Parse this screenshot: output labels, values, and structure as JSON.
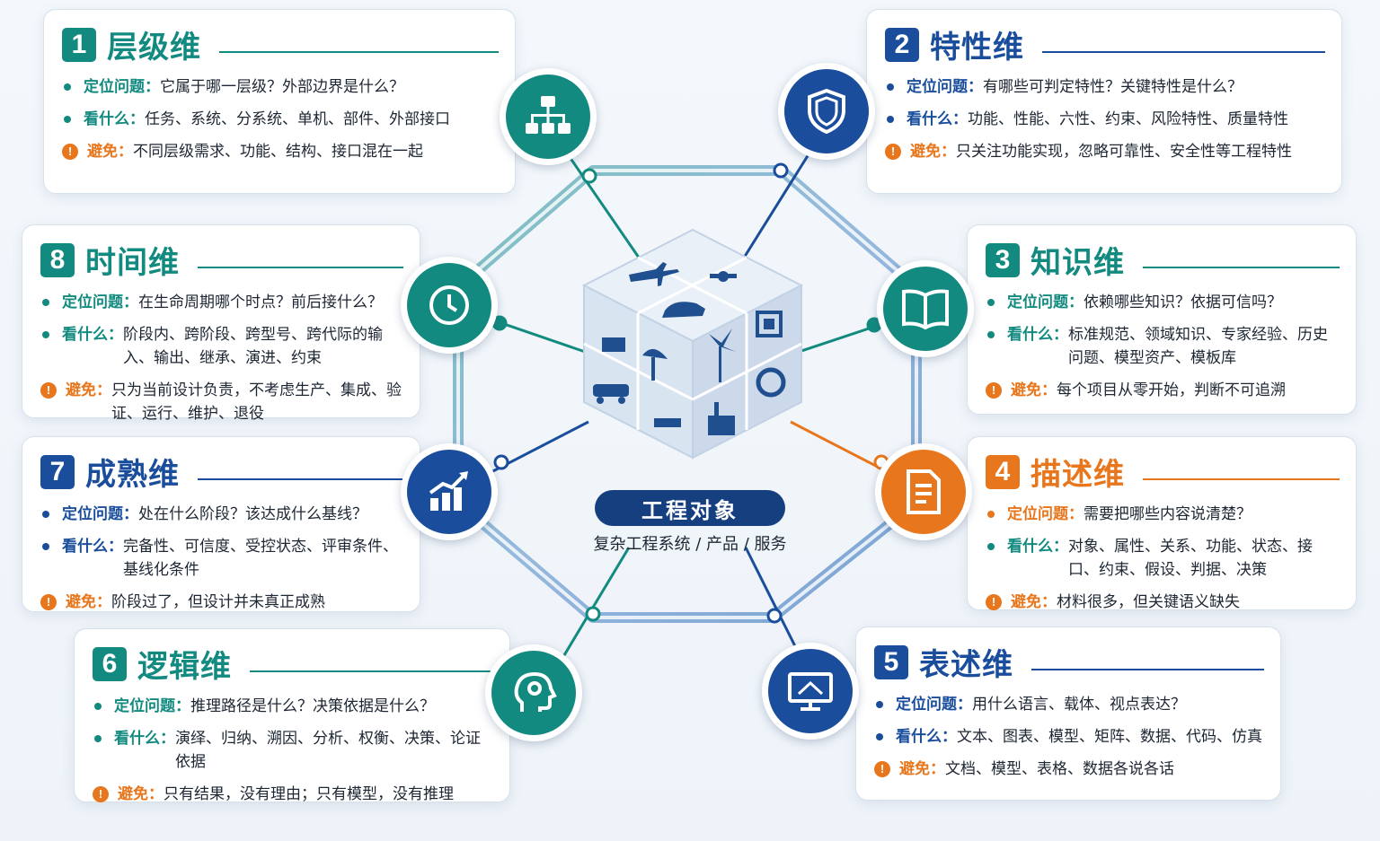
{
  "center": {
    "title": "工程对象",
    "subtitle": "复杂工程系统 / 产品 / 服务"
  },
  "colors": {
    "teal": "#138a80",
    "blue": "#1a4e9c",
    "orange": "#e8761c"
  },
  "dimensions": [
    {
      "num": "1",
      "title": "层级维",
      "color": "teal",
      "icon": "org-chart-icon",
      "q_label": "定位问题：",
      "q": "它属于哪一层级？外部边界是什么？",
      "l_label": "看什么：",
      "l": "任务、系统、分系统、单机、部件、外部接口",
      "a_label": "避免：",
      "a": "不同层级需求、功能、结构、接口混在一起"
    },
    {
      "num": "2",
      "title": "特性维",
      "color": "blue",
      "icon": "shield-icon",
      "q_label": "定位问题：",
      "q": "有哪些可判定特性？关键特性是什么？",
      "l_label": "看什么：",
      "l": "功能、性能、六性、约束、风险特性、质量特性",
      "a_label": "避免：",
      "a": "只关注功能实现，忽略可靠性、安全性等工程特性"
    },
    {
      "num": "3",
      "title": "知识维",
      "color": "teal",
      "icon": "book-icon",
      "q_label": "定位问题：",
      "q": "依赖哪些知识？依据可信吗？",
      "l_label": "看什么：",
      "l": "标准规范、领域知识、专家经验、历史问题、模型资产、模板库",
      "a_label": "避免：",
      "a": "每个项目从零开始，判断不可追溯"
    },
    {
      "num": "4",
      "title": "描述维",
      "color": "orange",
      "icon": "document-icon",
      "q_label": "定位问题：",
      "q": "需要把哪些内容说清楚？",
      "l_label": "看什么：",
      "l": "对象、属性、关系、功能、状态、接口、约束、假设、判据、决策",
      "a_label": "避免：",
      "a": "材料很多，但关键语义缺失"
    },
    {
      "num": "5",
      "title": "表述维",
      "color": "blue",
      "icon": "monitor-icon",
      "q_label": "定位问题：",
      "q": "用什么语言、载体、视点表达？",
      "l_label": "看什么：",
      "l": "文本、图表、模型、矩阵、数据、代码、仿真",
      "a_label": "避免：",
      "a": "文档、模型、表格、数据各说各话"
    },
    {
      "num": "6",
      "title": "逻辑维",
      "color": "teal",
      "icon": "head-gear-icon",
      "q_label": "定位问题：",
      "q": "推理路径是什么？决策依据是什么？",
      "l_label": "看什么：",
      "l": "演绎、归纳、溯因、分析、权衡、决策、论证依据",
      "a_label": "避免：",
      "a": "只有结果，没有理由；只有模型，没有推理"
    },
    {
      "num": "7",
      "title": "成熟维",
      "color": "blue",
      "icon": "growth-chart-icon",
      "q_label": "定位问题：",
      "q": "处在什么阶段？该达成什么基线？",
      "l_label": "看什么：",
      "l": "完备性、可信度、受控状态、评审条件、基线化条件",
      "a_label": "避免：",
      "a": "阶段过了，但设计并未真正成熟"
    },
    {
      "num": "8",
      "title": "时间维",
      "color": "teal",
      "icon": "clock-icon",
      "q_label": "定位问题：",
      "q": "在生命周期哪个时点？前后接什么？",
      "l_label": "看什么：",
      "l": "阶段内、跨阶段、跨型号、跨代际的输入、输出、继承、演进、约束",
      "a_label": "避免：",
      "a": "只为当前设计负责，不考虑生产、集成、验证、运行、维护、退役"
    }
  ]
}
